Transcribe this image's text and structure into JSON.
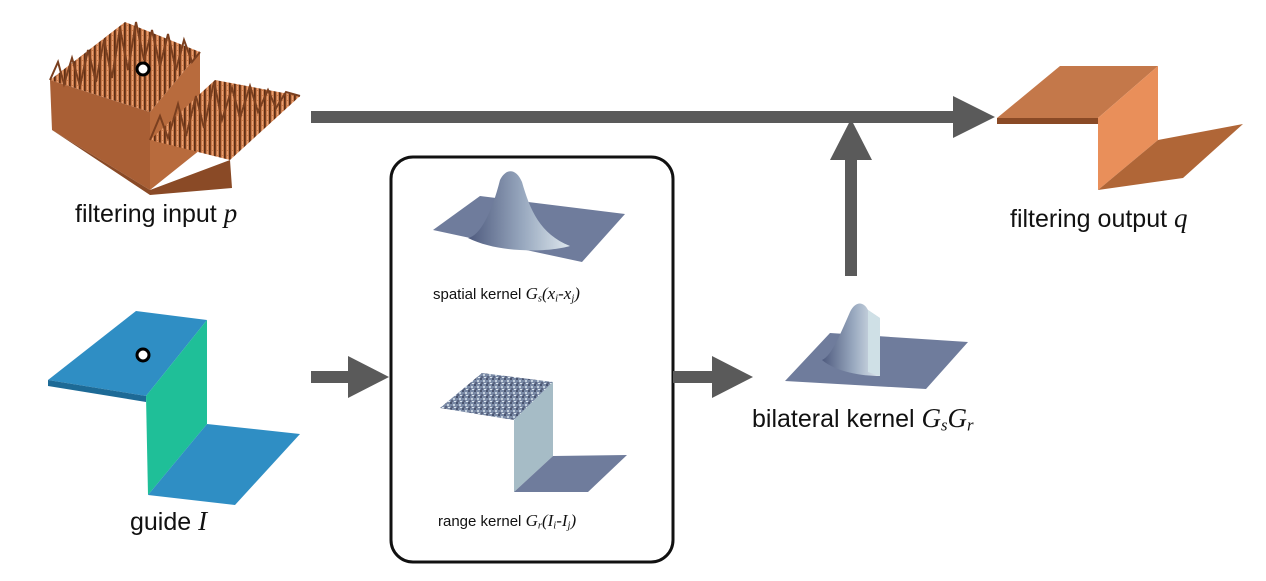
{
  "labels": {
    "input": {
      "text": "filtering input ",
      "symbol": "p"
    },
    "output": {
      "text": "filtering output ",
      "symbol": "q"
    },
    "guide": {
      "text": "guide ",
      "symbol": "I"
    },
    "spatial": {
      "text": "spatial kernel ",
      "G": "G",
      "s": "s",
      "open": "(x",
      "i": "i",
      "mid": "-x",
      "j": "j",
      "close": ")"
    },
    "range": {
      "text": "range kernel ",
      "G": "G",
      "r": "r",
      "open": "(I",
      "i": "i",
      "mid": "-I",
      "j": "j",
      "close": ")"
    },
    "bilateral": {
      "text": "bilateral kernel ",
      "G1": "G",
      "s": "s",
      "G2": "G",
      "r": "r"
    }
  },
  "colors": {
    "arrow": "#5a5a5a",
    "box_border": "#111111",
    "input_surface": "#c97a4a",
    "output_surface": "#c4784a",
    "guide_top": "#2f8ec4",
    "guide_wall": "#1fbf98",
    "kernel_plane": "#6f7c9c",
    "kernel_peak": "#aab8c8"
  }
}
